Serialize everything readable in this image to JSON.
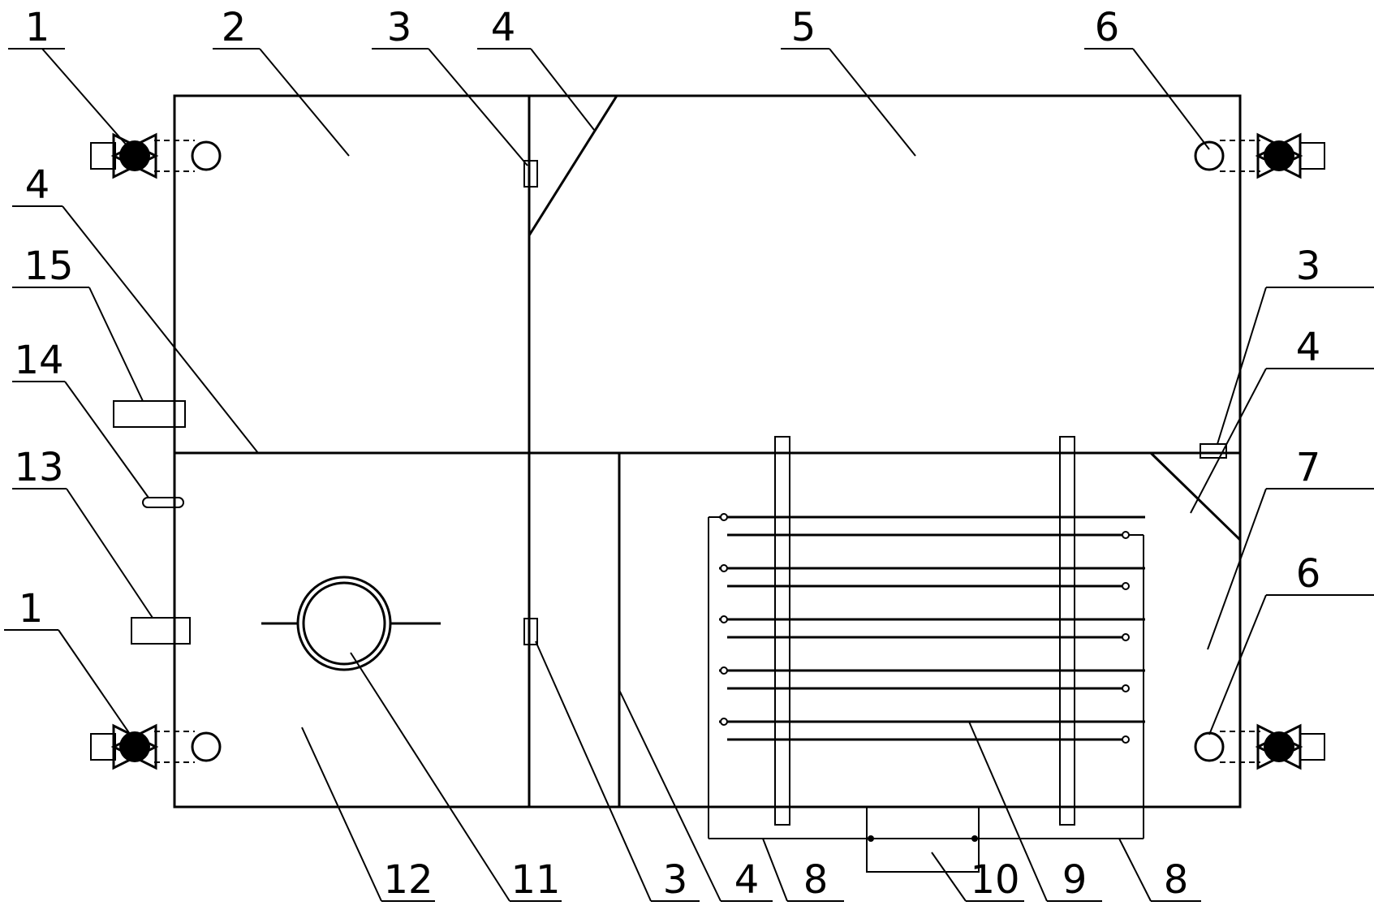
{
  "labels": {
    "valve_top_left": "1",
    "chamber_2": "2",
    "sensor_3_top": "3",
    "baffle_4_top": "4",
    "chamber_5": "5",
    "port_6_top": "6",
    "baffle_4_left": "4",
    "pipe_15": "15",
    "sensor_3_right": "3",
    "baffle_4_right": "4",
    "pipe_14": "14",
    "chamber_7": "7",
    "pipe_13": "13",
    "valve_bottom_left": "1",
    "port_6_bottom": "6",
    "chamber_12": "12",
    "manhole_11": "11",
    "sensor_3_bottom": "3",
    "baffle_4_bottom": "4",
    "frame_8_left": "8",
    "box_10": "10",
    "tubes_9": "9",
    "frame_8_right": "8"
  }
}
